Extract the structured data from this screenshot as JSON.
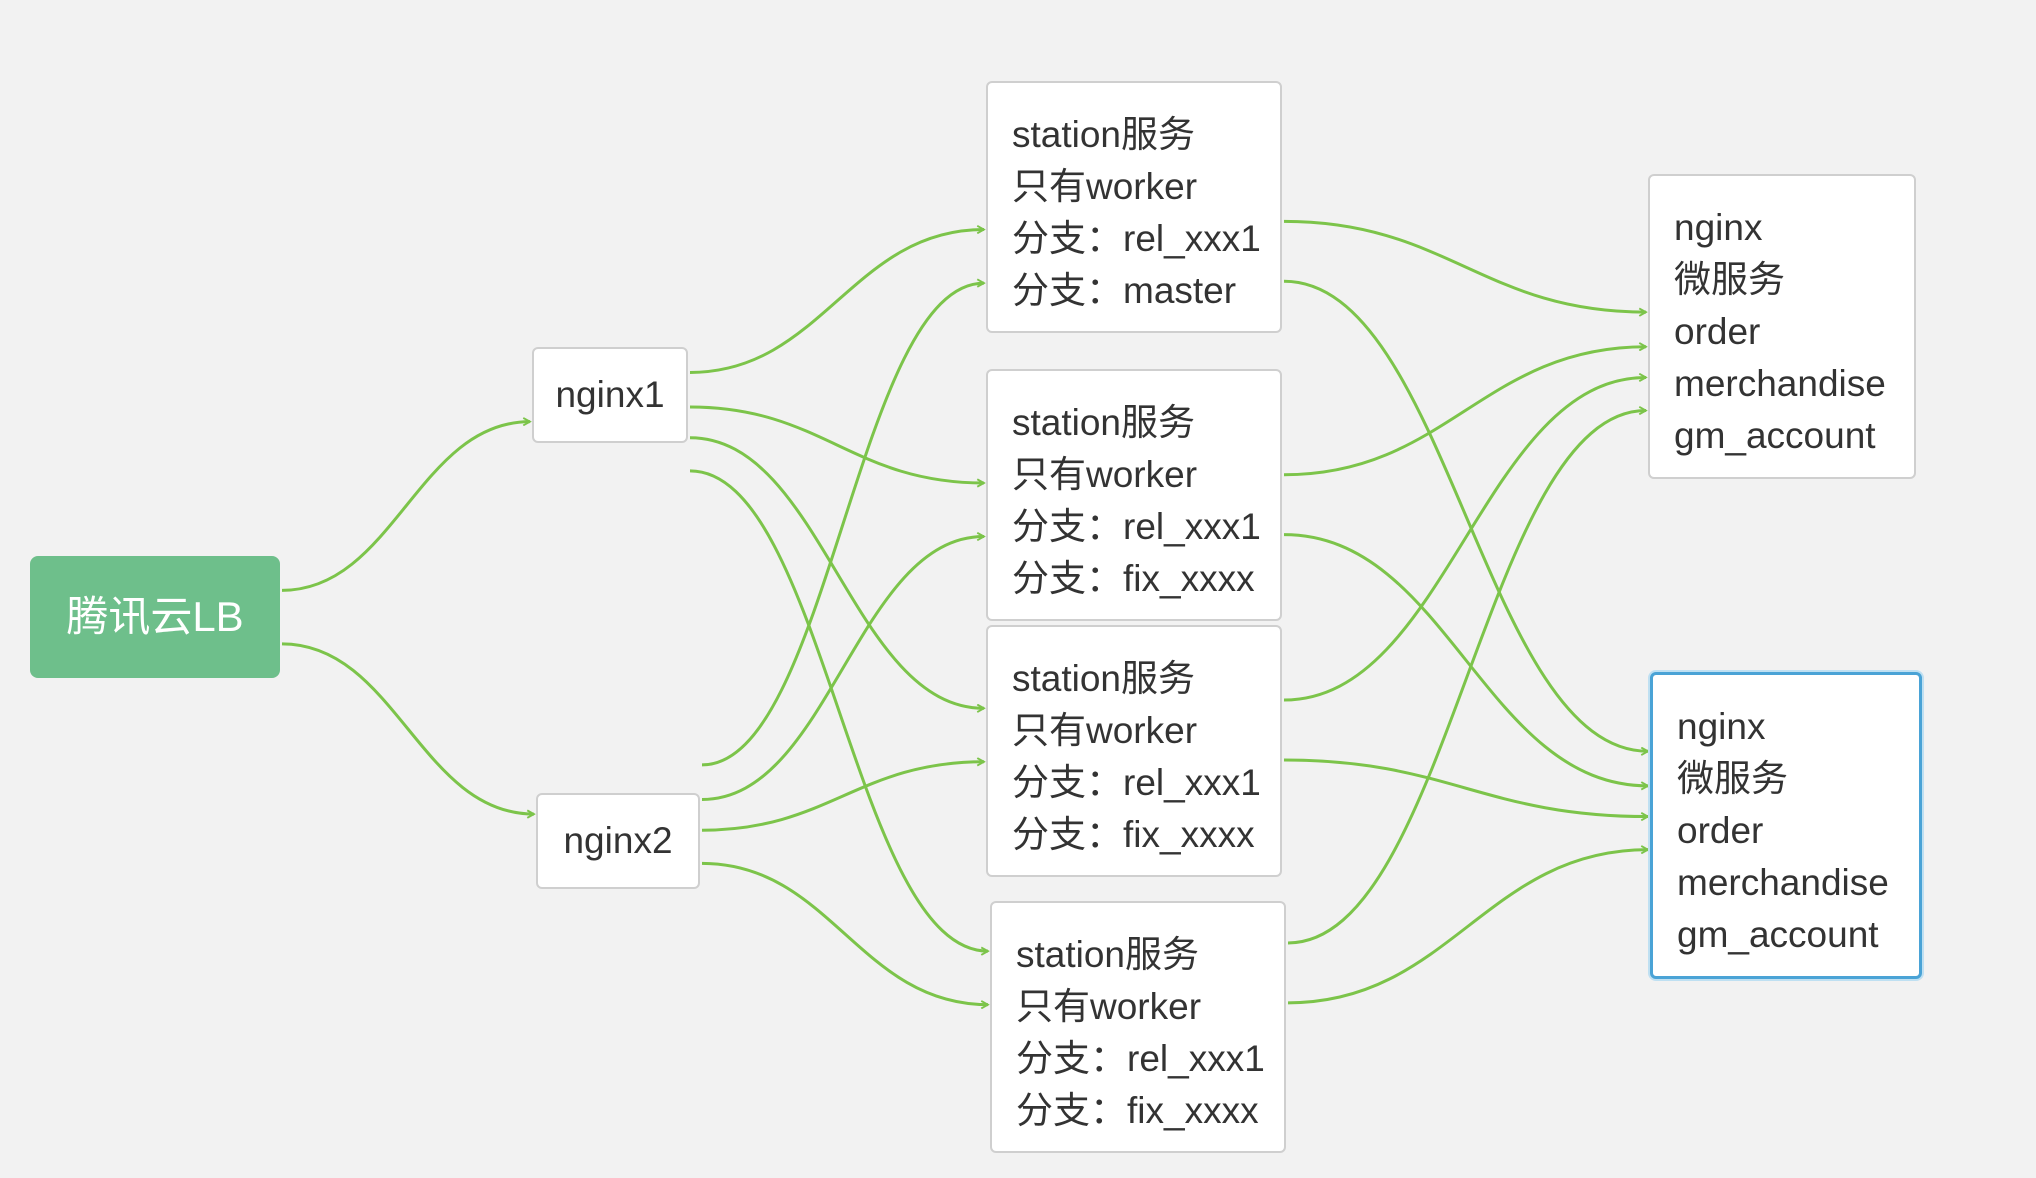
{
  "accent_colors": {
    "edge": "#7cc44a",
    "lb_fill": "#6ebf8b",
    "selection": "#4aa3d6",
    "node_border": "#cfcfcf"
  },
  "nodes": {
    "lb": {
      "label": "腾讯云LB"
    },
    "nginx1": {
      "label": "nginx1"
    },
    "nginx2": {
      "label": "nginx2"
    },
    "station1": {
      "lines": [
        "station服务",
        "只有worker",
        "分支：rel_xxx1",
        "分支：master"
      ]
    },
    "station2": {
      "lines": [
        "station服务",
        "只有worker",
        "分支：rel_xxx1",
        "分支：fix_xxxx"
      ]
    },
    "station3": {
      "lines": [
        "station服务",
        "只有worker",
        "分支：rel_xxx1",
        "分支：fix_xxxx"
      ]
    },
    "station4": {
      "lines": [
        "station服务",
        "只有worker",
        "分支：rel_xxx1",
        "分支：fix_xxxx"
      ]
    },
    "ms1": {
      "lines": [
        "nginx",
        "微服务",
        "order",
        "merchandise",
        "gm_account"
      ]
    },
    "ms2": {
      "lines": [
        "nginx",
        "微服务",
        "order",
        "merchandise",
        "gm_account"
      ]
    }
  },
  "edges": [
    {
      "from": "lb",
      "to": "nginx1"
    },
    {
      "from": "lb",
      "to": "nginx2"
    },
    {
      "from": "nginx1",
      "to": "station1"
    },
    {
      "from": "nginx1",
      "to": "station2"
    },
    {
      "from": "nginx1",
      "to": "station3"
    },
    {
      "from": "nginx1",
      "to": "station4"
    },
    {
      "from": "nginx2",
      "to": "station1"
    },
    {
      "from": "nginx2",
      "to": "station2"
    },
    {
      "from": "nginx2",
      "to": "station3"
    },
    {
      "from": "nginx2",
      "to": "station4"
    },
    {
      "from": "station1",
      "to": "ms1"
    },
    {
      "from": "station1",
      "to": "ms2"
    },
    {
      "from": "station2",
      "to": "ms1"
    },
    {
      "from": "station2",
      "to": "ms2"
    },
    {
      "from": "station3",
      "to": "ms1"
    },
    {
      "from": "station3",
      "to": "ms2"
    },
    {
      "from": "station4",
      "to": "ms1"
    },
    {
      "from": "station4",
      "to": "ms2"
    }
  ]
}
